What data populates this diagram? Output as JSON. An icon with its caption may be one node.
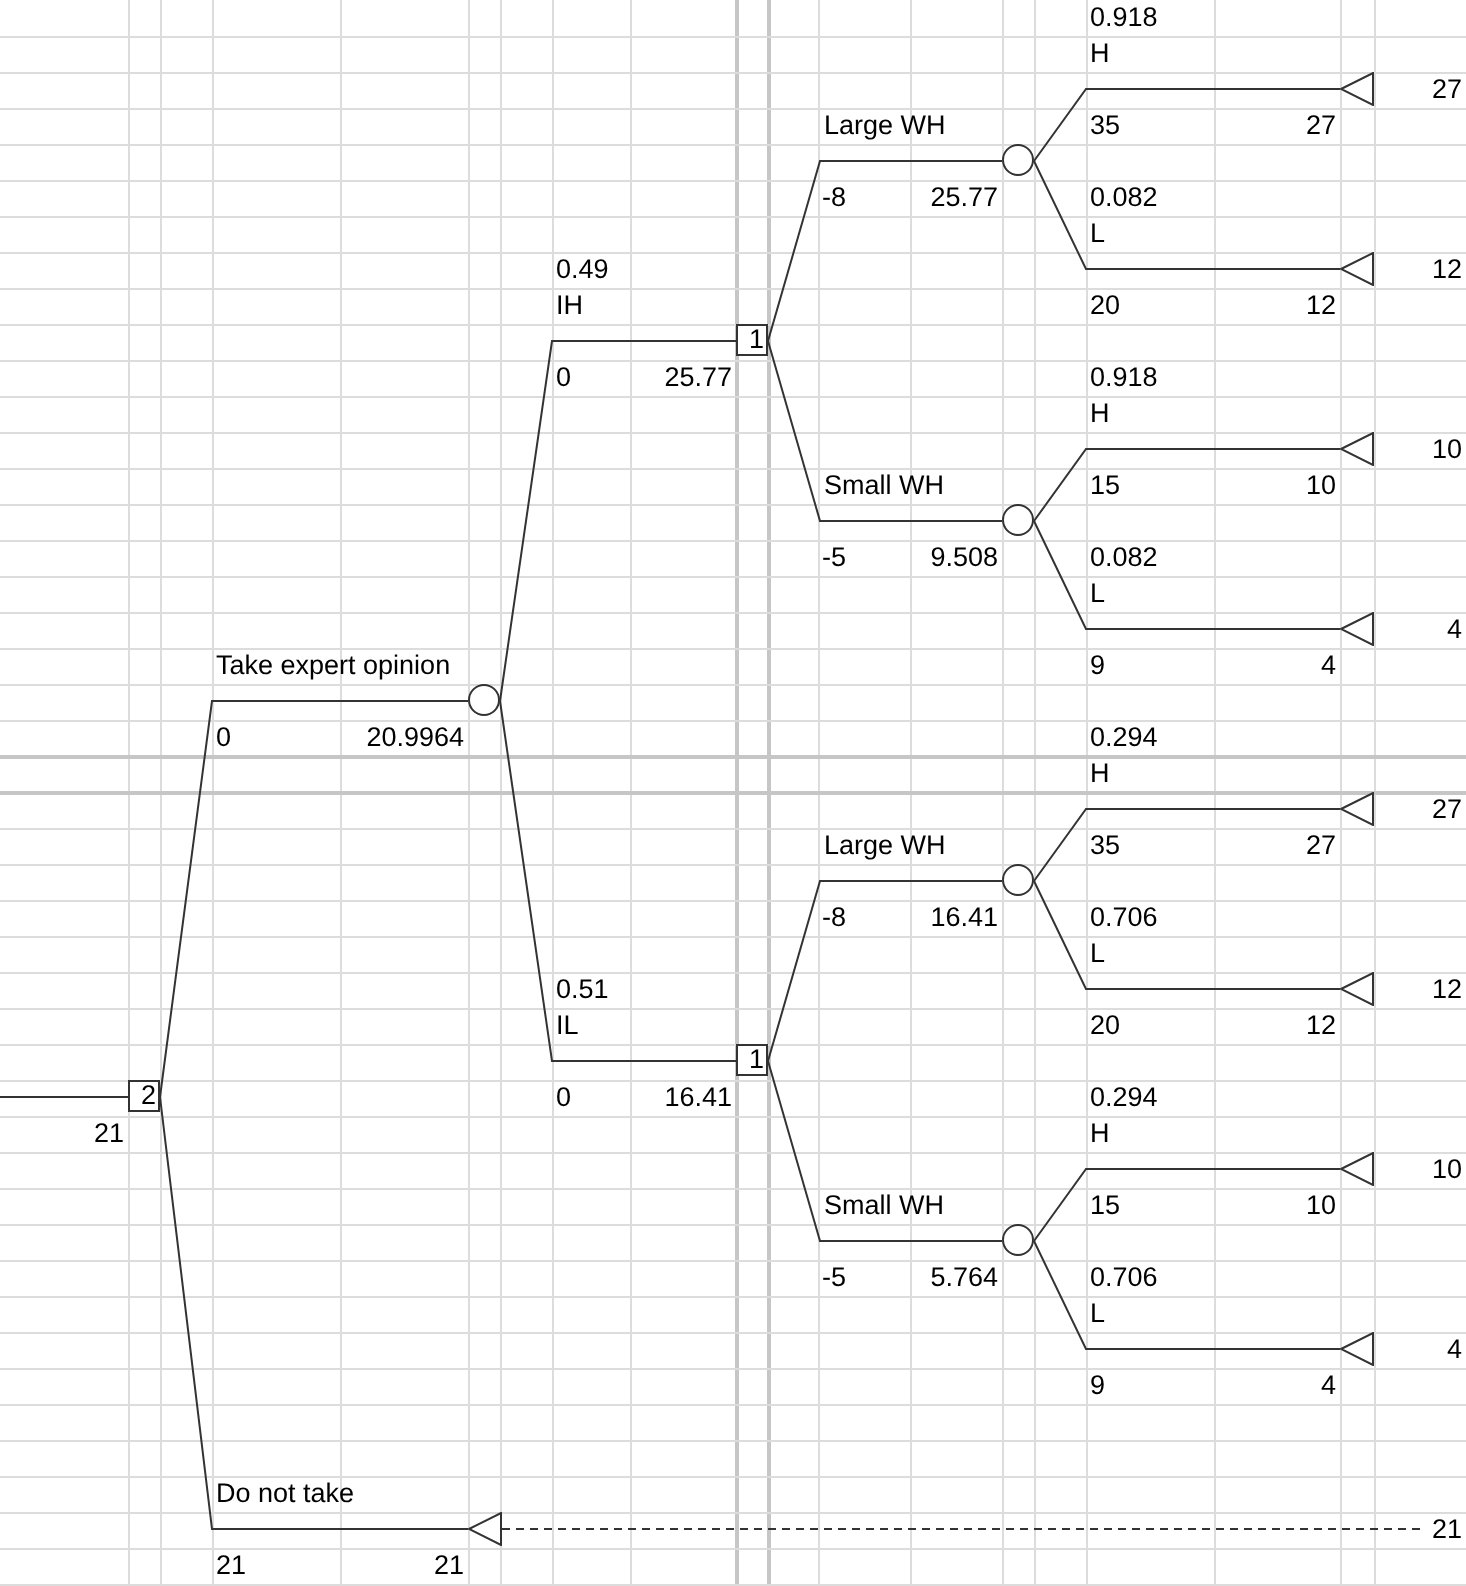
{
  "diagram": {
    "nodes": [
      {
        "text": [
          "2"
        ],
        "beside": [
          "21"
        ]
      },
      {
        "text": [],
        "shape": "circle"
      },
      {
        "text": [],
        "shape": "triangle"
      },
      {
        "text": [
          "1"
        ]
      },
      {
        "text": [
          "1"
        ]
      },
      {
        "text": [],
        "shape": "circle"
      },
      {
        "text": [],
        "shape": "circle"
      },
      {
        "text": [],
        "shape": "circle"
      },
      {
        "text": [],
        "shape": "circle"
      },
      {
        "text": [],
        "shape": "triangle",
        "beside": [
          "27"
        ]
      },
      {
        "text": [],
        "shape": "triangle",
        "beside": [
          "12"
        ]
      },
      {
        "text": [],
        "shape": "triangle",
        "beside": [
          "10"
        ]
      },
      {
        "text": [],
        "shape": "triangle",
        "beside": [
          "4"
        ]
      },
      {
        "text": [],
        "shape": "triangle",
        "beside": [
          "27"
        ]
      },
      {
        "text": [],
        "shape": "triangle",
        "beside": [
          "12"
        ]
      },
      {
        "text": [],
        "shape": "triangle",
        "beside": [
          "10"
        ]
      },
      {
        "text": [],
        "shape": "triangle",
        "beside": [
          "4"
        ]
      },
      {
        "text": [
          "21"
        ]
      }
    ],
    "edges": [
      {
        "from": null,
        "to": 0,
        "arrow": "none"
      },
      {
        "from": 0,
        "to": 1,
        "arrow": "none",
        "label": "Take expert opinion"
      },
      {
        "from": 0,
        "to": 2,
        "arrow": "none",
        "label": "Do not take"
      },
      {
        "from": 1,
        "to": 3,
        "arrow": "none",
        "label": "IH"
      },
      {
        "from": 1,
        "to": 4,
        "arrow": "none",
        "label": "IL"
      },
      {
        "from": 3,
        "to": 5,
        "arrow": "none",
        "label": "Large WH"
      },
      {
        "from": 3,
        "to": 6,
        "arrow": "none",
        "label": "Small WH"
      },
      {
        "from": 4,
        "to": 7,
        "arrow": "none",
        "label": "Large WH"
      },
      {
        "from": 4,
        "to": 8,
        "arrow": "none",
        "label": "Small WH"
      },
      {
        "from": 5,
        "to": 9,
        "arrow": "none",
        "label": "H"
      },
      {
        "from": 5,
        "to": 10,
        "arrow": "none",
        "label": "L"
      },
      {
        "from": 6,
        "to": 11,
        "arrow": "none",
        "label": "H"
      },
      {
        "from": 6,
        "to": 12,
        "arrow": "none",
        "label": "L"
      },
      {
        "from": 7,
        "to": 13,
        "arrow": "none",
        "label": "H"
      },
      {
        "from": 7,
        "to": 14,
        "arrow": "none",
        "label": "L"
      },
      {
        "from": 8,
        "to": 15,
        "arrow": "none",
        "label": "H"
      },
      {
        "from": 8,
        "to": 16,
        "arrow": "none",
        "label": "L"
      },
      {
        "from": 2,
        "to": 17,
        "arrow": "none",
        "style": "dashed"
      }
    ],
    "labels": [
      "0.918",
      "35",
      "27",
      "-8",
      "25.77",
      "0.082",
      "0.49",
      "20",
      "12",
      "0",
      "25.77",
      "0.918",
      "15",
      "10",
      "-5",
      "9.508",
      "0.082",
      "9",
      "4",
      "0",
      "20.9964",
      "0.294",
      "35",
      "27",
      "-8",
      "16.41",
      "0.706",
      "0.51",
      "20",
      "12",
      "0",
      "16.41",
      "0.294",
      "15",
      "10",
      "-5",
      "5.764",
      "0.706",
      "9",
      "4",
      "21",
      "21"
    ]
  }
}
